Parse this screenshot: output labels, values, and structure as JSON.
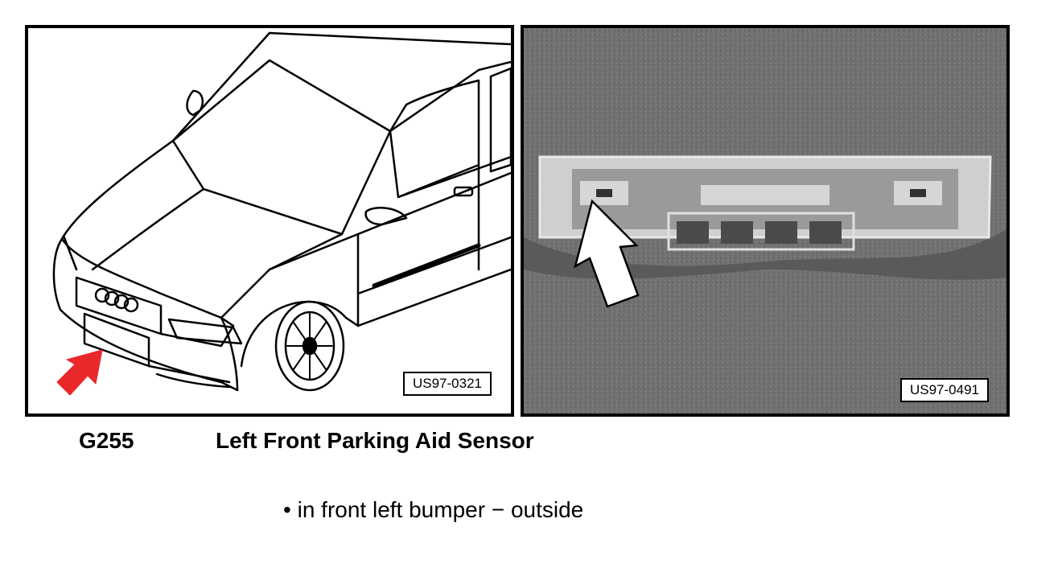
{
  "illustration": {
    "left_label": "US97-0321",
    "right_label": "US97-0491"
  },
  "component": {
    "code": "G255",
    "name": "Left Front Parking Aid Sensor"
  },
  "location": {
    "bullet": "•",
    "text": "in front left bumper − outside"
  },
  "colors": {
    "pointer_arrow": "#e8282a",
    "photo_background": "#6e6e6e"
  }
}
